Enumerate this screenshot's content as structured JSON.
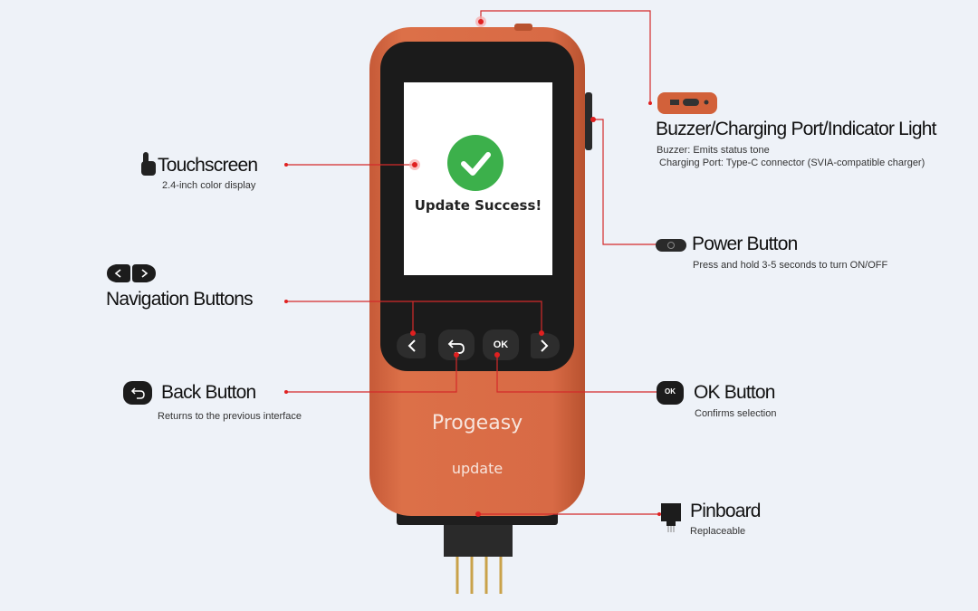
{
  "screen": {
    "message": "Update Success!"
  },
  "device": {
    "brand": "Progeasy",
    "model": "update",
    "ok_key": "OK"
  },
  "callouts": {
    "touchscreen": {
      "title": "Touchscreen",
      "desc": "2.4-inch color display"
    },
    "navigation": {
      "title": "Navigation Buttons"
    },
    "back": {
      "title": "Back Button",
      "desc": "Returns to the previous interface"
    },
    "buzzer": {
      "title": "Buzzer/Charging Port/Indicator Light",
      "desc1": "Buzzer: Emits status tone",
      "desc2": "Charging Port: Type-C connector (SVIA-compatible charger)"
    },
    "power": {
      "title": "Power Button",
      "desc": "Press and hold 3-5 seconds to turn ON/OFF"
    },
    "ok": {
      "title": "OK Button",
      "desc": "Confirms selection",
      "icon_text": "OK"
    },
    "pinboard": {
      "title": "Pinboard",
      "desc": "Replaceable"
    }
  },
  "icons": [
    "hand-pointer-icon",
    "chevron-left-icon",
    "chevron-right-icon",
    "back-arrow-icon",
    "checkmark-icon",
    "power-icon",
    "pinboard-icon",
    "charging-port-icon"
  ],
  "colors": {
    "device_body": "#d86a45",
    "accent_red": "#e02020",
    "success_green": "#3cb04b",
    "background": "#eef2f8"
  }
}
